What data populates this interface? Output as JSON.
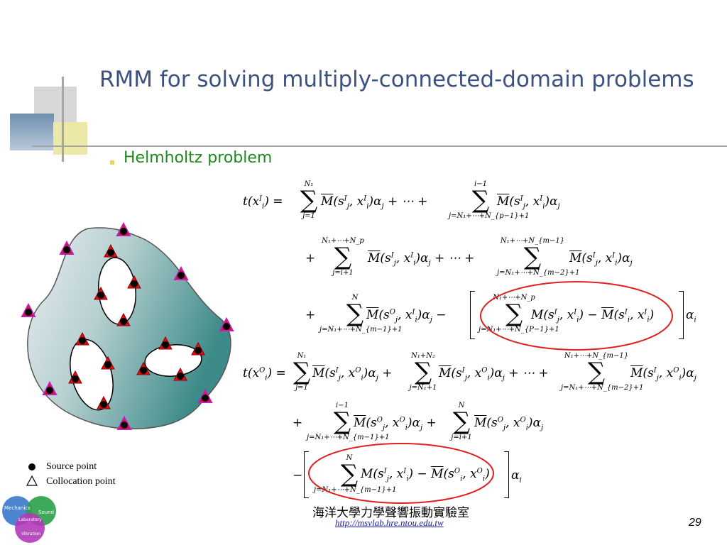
{
  "slide": {
    "title": "RMM for solving multiply-connected-domain problems",
    "bullet": "Helmholtz problem",
    "page_number": "29"
  },
  "legend": {
    "source": "Source point",
    "collocation": "Collocation point"
  },
  "footer": {
    "lab_name": "海洋大學力學聲響振動實驗室",
    "url": "http://msvlab.hre.ntou.edu.tw",
    "logo": {
      "mechanics": "Mechanics",
      "sound": "Sound",
      "laboratory": "Laboratory",
      "vibration": "Vibration"
    }
  },
  "colors": {
    "title": "#3e5282",
    "bullet_text": "#1f8a1f",
    "highlight_ellipse": "#e02020",
    "domain_fill": "#3e8a8a",
    "source_point": "#000000",
    "collocation_fill": "#e01010",
    "collocation_outline": "#c020c0"
  },
  "equations": {
    "eq1_lhs": "t(x",
    "eq1_lhs_sup": "I",
    "eq1_lhs_sub": "i",
    "eq1_lhs_close": ") =",
    "term_m_i_i": "M(s",
    "term_args_ii": ", x",
    "alpha_j": ")α",
    "plus_dots": "+ ⋯ +",
    "plus": "+",
    "minus": "−",
    "sum_lim_1_upper": "N₁",
    "sum_lim_1_lower": "j=1",
    "sum_lim_2_upper": "i−1",
    "sum_lim_2_lower": "j=N₁+⋯+N_{p−1}+1",
    "sum_lim_3_upper": "N₁+⋯+N_p",
    "sum_lim_3_lower": "j=i+1",
    "sum_lim_4_upper": "N₁+⋯+N_{m−1}",
    "sum_lim_4_lower": "j=N₁+⋯+N_{m−2}+1",
    "sum_lim_5_upper": "N",
    "sum_lim_5_lower": "j=N₁+⋯+N_{m−1}+1",
    "sum_lim_6_upper": "N₁+⋯+N_p",
    "sum_lim_6_lower": "j=N₁+⋯+N_{P−1}+1",
    "eq2_lhs": "t(x",
    "eq2_lhs_sup": "O",
    "sum_lim_7_upper": "N₁+N₂",
    "sum_lim_7_lower": "j=N₁+1",
    "sum_lim_8_upper": "N₁+⋯+N_{m−1}",
    "sum_lim_8_lower": "j=N₁+⋯+N_{m−2}+1",
    "sum_lim_9_upper": "i−1",
    "sum_lim_9_lower": "j=N₁+⋯+N_{m−1}+1",
    "sum_lim_10_upper": "N",
    "sum_lim_10_lower": "j=i+1",
    "sum_lim_11_upper": "N",
    "sum_lim_11_lower": "j=N₁+⋯+N_{m−1}+1"
  }
}
